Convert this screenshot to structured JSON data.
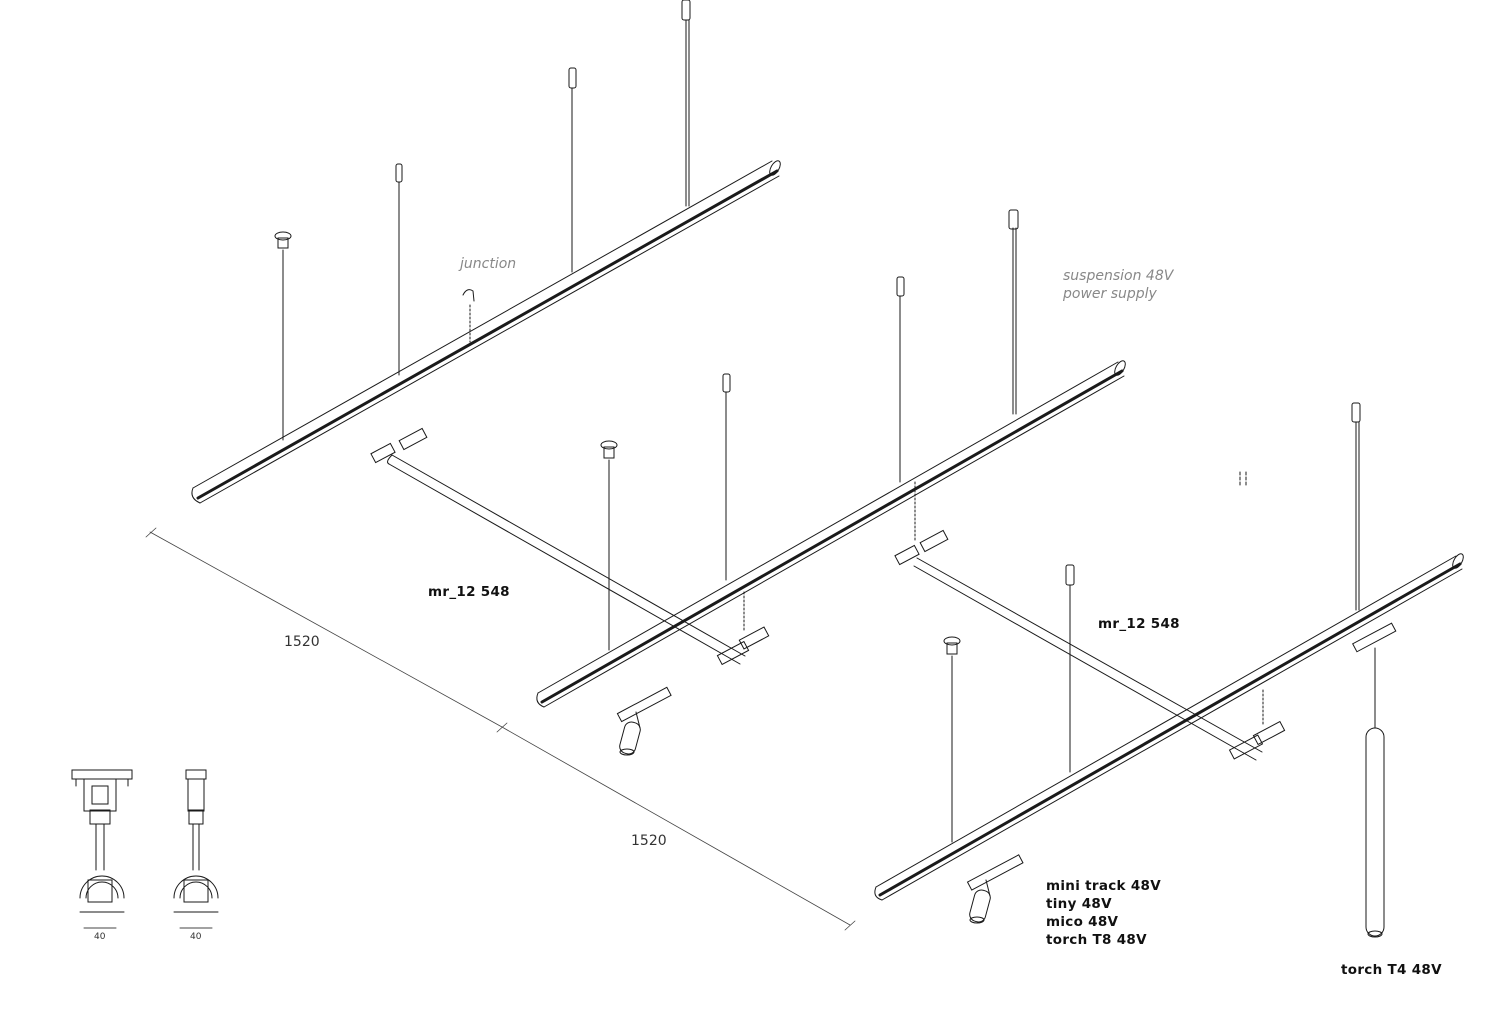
{
  "labels": {
    "junction": "junction",
    "suspension_line1": "suspension 48V",
    "suspension_line2": "power supply",
    "mr12_left": "mr_12  548",
    "mr12_right": "mr_12  548",
    "dim_1": "1520",
    "dim_2": "1520",
    "spot_list": [
      "mini track 48V",
      "tiny 48V",
      "mico 48V",
      "torch T8 48V"
    ],
    "torch_t4": "torch T4 48V",
    "detail_width_1": "40",
    "detail_width_2": "40"
  },
  "colors": {
    "line": "#1a1a1a",
    "label_light": "#888888",
    "label_dark": "#111111"
  }
}
